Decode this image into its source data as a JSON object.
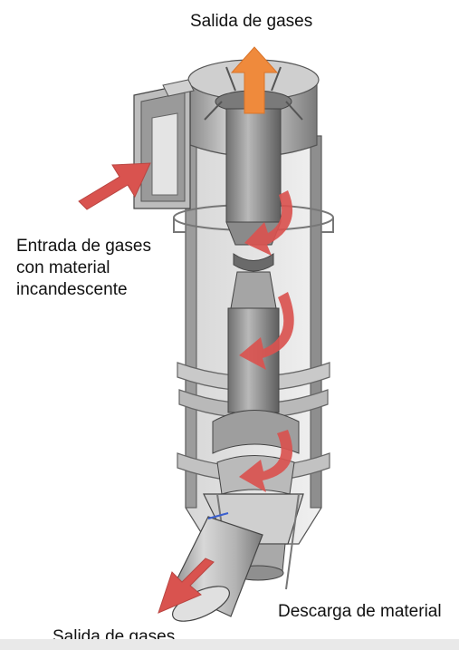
{
  "labels": {
    "gas_outlet_top": "Salida de gases",
    "gas_inlet_line1": "Entrada de gases",
    "gas_inlet_line2": "con material",
    "gas_inlet_line3": "incandescente",
    "material_discharge": "Descarga de material",
    "gas_outlet_bottom": "Salida de gases"
  },
  "colors": {
    "outlet_arrow": "#ef8a3c",
    "flow_arrow": "#d9534f",
    "metal_light": "#d4d4d4",
    "metal_mid": "#a9a9a9",
    "metal_dark": "#6e6e6e"
  },
  "icons": {
    "outlet_arrow": "arrow-up-icon",
    "inlet_arrow": "arrow-right-icon",
    "swirl_arrows": "curved-arrow-icon",
    "bottom_arrow": "arrow-down-left-icon"
  }
}
